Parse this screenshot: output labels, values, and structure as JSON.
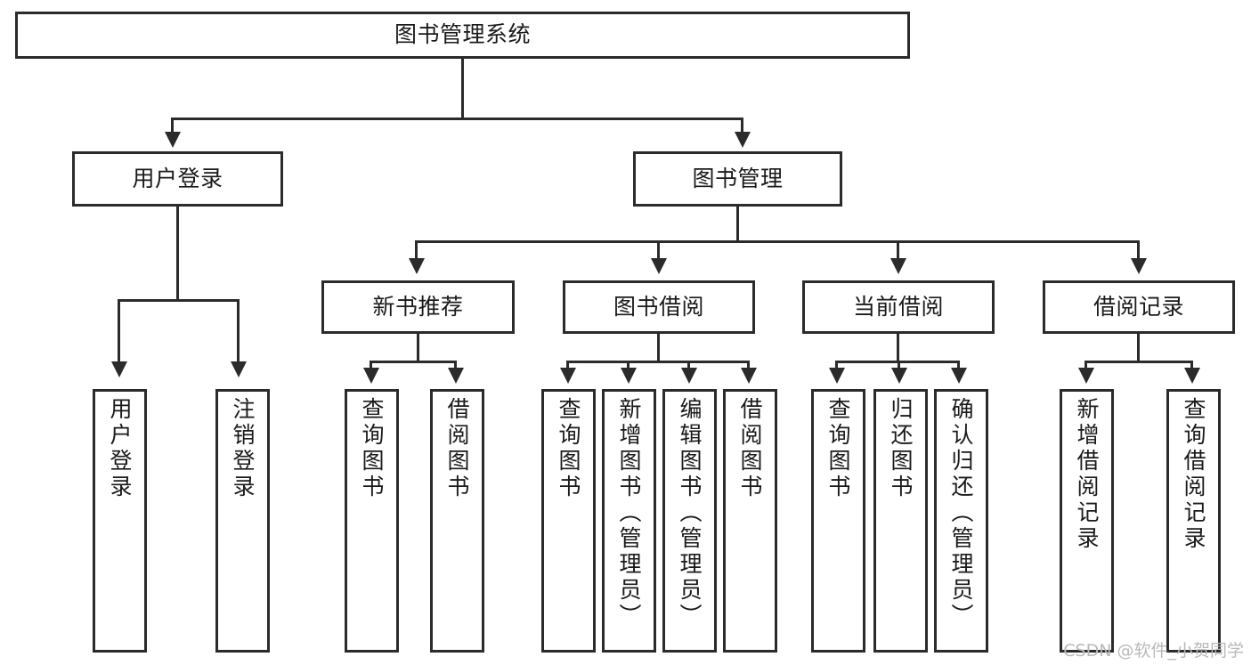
{
  "diagram": {
    "title": "图书管理系统",
    "type": "tree-hierarchy",
    "root": {
      "id": "root",
      "label": "图书管理系统"
    },
    "level2": [
      {
        "id": "user-login",
        "label": "用户登录"
      },
      {
        "id": "book-manage",
        "label": "图书管理"
      }
    ],
    "level3": [
      {
        "id": "new-book-recommend",
        "label": "新书推荐"
      },
      {
        "id": "book-borrow",
        "label": "图书借阅"
      },
      {
        "id": "current-borrow",
        "label": "当前借阅"
      },
      {
        "id": "borrow-record",
        "label": "借阅记录"
      }
    ],
    "leaves": {
      "user_login": [
        {
          "id": "leaf-user-login",
          "label": "用户登录"
        },
        {
          "id": "leaf-logout-login",
          "label": "注销登录"
        }
      ],
      "new_book_recommend": [
        {
          "id": "leaf-query-book-1",
          "label": "查询图书"
        },
        {
          "id": "leaf-borrow-book-1",
          "label": "借阅图书"
        }
      ],
      "book_borrow": [
        {
          "id": "leaf-query-book-2",
          "label": "查询图书"
        },
        {
          "id": "leaf-add-book",
          "label": "新增图书（管理员）"
        },
        {
          "id": "leaf-edit-book",
          "label": "编辑图书（管理员）"
        },
        {
          "id": "leaf-borrow-book-2",
          "label": "借阅图书"
        }
      ],
      "current_borrow": [
        {
          "id": "leaf-query-book-3",
          "label": "查询图书"
        },
        {
          "id": "leaf-return-book",
          "label": "归还图书"
        },
        {
          "id": "leaf-confirm-return",
          "label": "确认归还（管理员）"
        }
      ],
      "borrow_record": [
        {
          "id": "leaf-add-borrow-record",
          "label": "新增借阅记录"
        },
        {
          "id": "leaf-query-borrow-record",
          "label": "查询借阅记录"
        }
      ]
    }
  },
  "watermark": {
    "text": "CSDN @软件_小贺同学"
  },
  "colors": {
    "stroke": "#2b2b2b",
    "fill": "#ffffff",
    "text": "#1a1a1a",
    "watermark": "#b9b9b9"
  }
}
